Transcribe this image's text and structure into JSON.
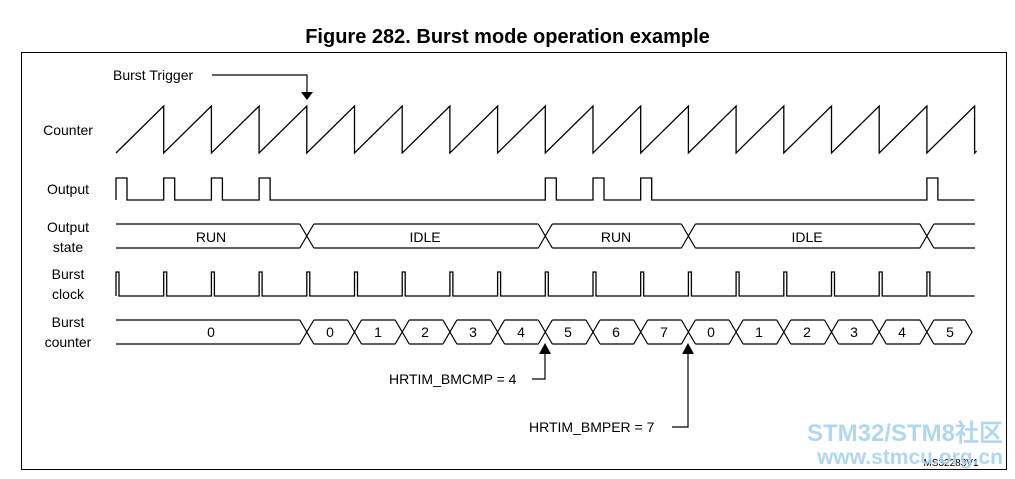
{
  "figure": {
    "title": "Figure 282. Burst mode operation example",
    "ref_code": "MS32283V1"
  },
  "signals": {
    "counter_label": "Counter",
    "output_label": "Output",
    "output_state_label_1": "Output",
    "output_state_label_2": "state",
    "burst_clock_label_1": "Burst",
    "burst_clock_label_2": "clock",
    "burst_counter_label_1": "Burst",
    "burst_counter_label_2": "counter"
  },
  "annotations": {
    "burst_trigger": "Burst Trigger",
    "bmcmp": "HRTIM_BMCMP = 4",
    "bmper": "HRTIM_BMPER = 7"
  },
  "output_state": {
    "values": [
      "RUN",
      "IDLE",
      "RUN",
      "IDLE"
    ]
  },
  "burst_counter": {
    "values": [
      "0",
      "0",
      "1",
      "2",
      "3",
      "4",
      "5",
      "6",
      "7",
      "0",
      "1",
      "2",
      "3",
      "4",
      "5"
    ]
  },
  "watermark": {
    "line1": "STM32/STM8社区",
    "line2": "www.stmcu.org.cn",
    "color": "#a7d3ec"
  }
}
